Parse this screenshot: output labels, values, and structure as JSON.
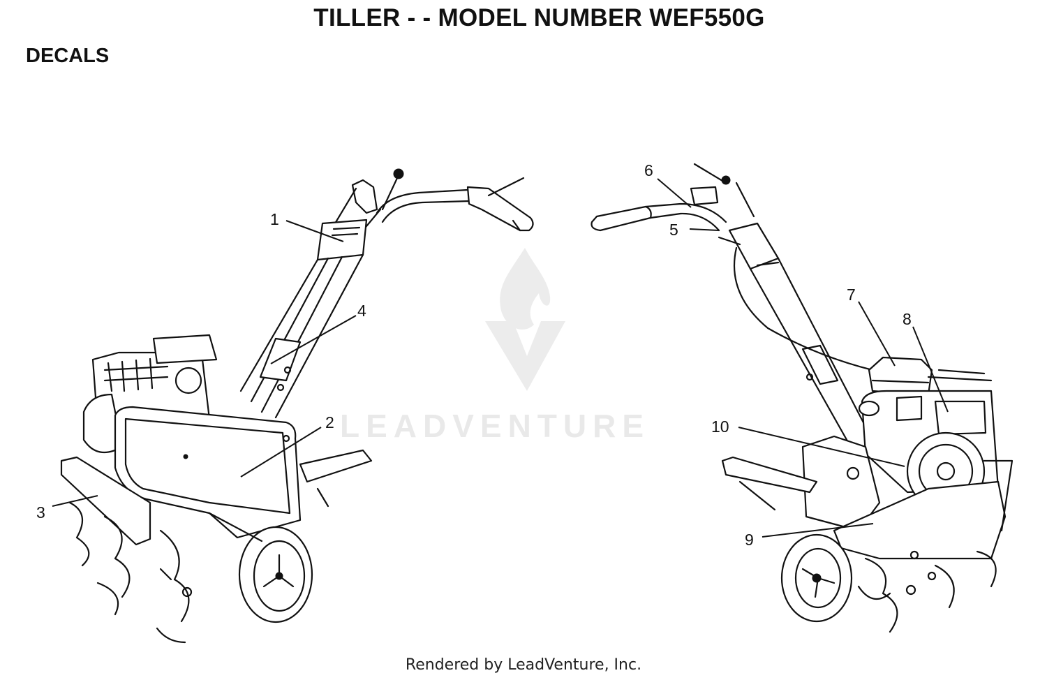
{
  "header": {
    "title": "TILLER - - MODEL NUMBER WEF550G",
    "section": "DECALS"
  },
  "watermark": {
    "text": "LEADVENTURE",
    "color": "#e6e6e6"
  },
  "callouts": [
    "1",
    "2",
    "3",
    "4",
    "5",
    "6",
    "7",
    "8",
    "9",
    "10"
  ],
  "footer": {
    "credit": "Rendered by LeadVenture, Inc."
  }
}
